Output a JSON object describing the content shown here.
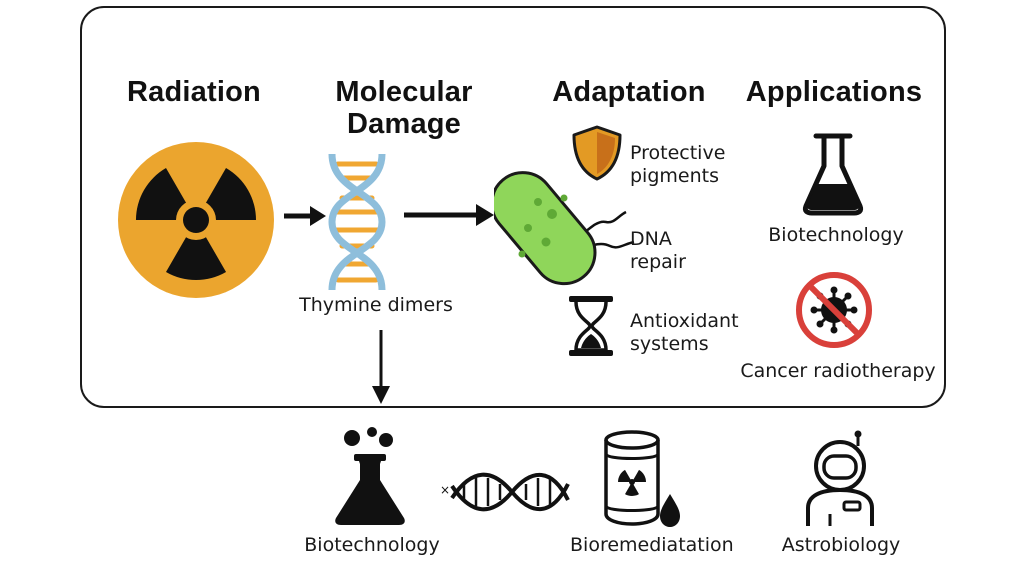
{
  "headings": {
    "radiation": "Radiation",
    "molecular_damage": "Molecular\nDamage",
    "adaptation": "Adaptation",
    "applications": "Applications"
  },
  "labels": {
    "thymine_dimers": "Thymine dimers",
    "protective_pigments": "Protective\npigments",
    "dna_repair": "DNA\nrepair",
    "antioxidant_systems": "Antioxidant\nsystems",
    "biotechnology_top": "Biotechnology",
    "cancer_radiotherapy": "Cancer radiotherapy",
    "biotechnology_bottom": "Biotechnology",
    "bioremediation": "Bioremediatation",
    "astrobiology": "Astrobiology"
  },
  "colors": {
    "radiation_orange": "#EBA52E",
    "shield_orange": "#E39A24",
    "shield_dark": "#C8701A",
    "bacterium_green": "#8FD65A",
    "bacterium_spot": "#5FA936",
    "dna_blue": "#8EBEDB",
    "dna_orange": "#F0A732",
    "prohibit_red": "#D9403A",
    "stroke": "#111111"
  },
  "icons": [
    "radiation-symbol-icon",
    "dna-helix-icon",
    "shield-icon",
    "bacterium-icon",
    "hourglass-icon",
    "flask-icon",
    "virus-prohibited-icon",
    "bubbling-flask-icon",
    "dna-strand-icon",
    "radioactive-barrel-icon",
    "astronaut-icon"
  ]
}
